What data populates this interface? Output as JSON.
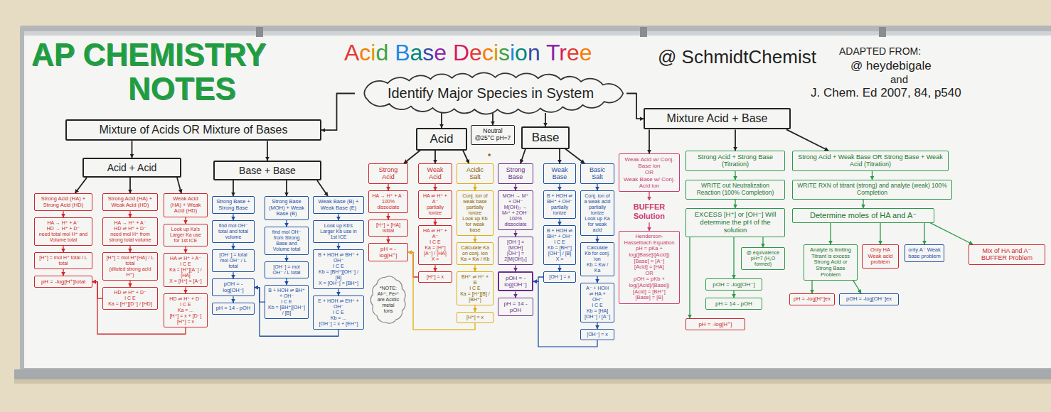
{
  "diagram": {
    "title": "Acid Base Decision Tree",
    "nodes": [
      {
        "text": [
          "Identify Major Species in System"
        ]
      },
      {
        "text": [
          "Mixture of Acids OR Mixture of Bases"
        ]
      },
      {
        "text": [
          "Acid"
        ]
      },
      {
        "text": [
          "Neutral",
          "@25°C pH=7"
        ]
      },
      {
        "text": [
          "Base"
        ]
      },
      {
        "text": [
          "Mixture Acid + Base"
        ]
      },
      {
        "text": [
          "Acid + Acid"
        ]
      },
      {
        "text": [
          "Base + Base"
        ]
      },
      {
        "text": [
          "Strong Acid (HA) + Strong Acid (HD)"
        ]
      },
      {
        "text": [
          "Strong Acid (HA) + Weak Acid (HD)"
        ]
      },
      {
        "text": [
          "Weak Acid (HA) + Weak Acid (HD)"
        ]
      },
      {
        "text": [
          "Strong Base + Strong Base"
        ]
      },
      {
        "text": [
          "Strong Base (MOH) + Weak Base (B)"
        ]
      },
      {
        "text": [
          "Weak Base (B) + Weak Base (E)"
        ]
      },
      {
        "text": [
          "Strong Acid"
        ]
      },
      {
        "text": [
          "Weak Acid"
        ]
      },
      {
        "text": [
          "Acidic Salt"
        ]
      },
      {
        "text": [
          "Strong Base"
        ]
      },
      {
        "text": [
          "Weak Base"
        ]
      },
      {
        "text": [
          "Basic Salt"
        ]
      },
      {
        "text": [
          "Weak Acid w/ Conj. Base ion",
          "OR",
          "Weak Base w/ Conj. Acid ion"
        ]
      },
      {
        "text": [
          "Strong Acid + Strong Base (Titration)"
        ]
      },
      {
        "text": [
          "Strong Acid + Weak Base OR Strong Base + Weak Acid (Titration)"
        ]
      },
      {
        "text": [
          "HA → H⁺ + A⁻",
          "HD → H⁺ + D⁻",
          "need total mol H⁺ and Volume total"
        ]
      },
      {
        "text": [
          "[H⁺] = mol H⁺ total / L total"
        ]
      },
      {
        "text": [
          "pH = -log[H⁺]total"
        ]
      },
      {
        "text": [
          "HA → H⁺ + A⁻",
          "HD ⇌ H⁺ + D⁻",
          "need mol H⁺ from strong total volume"
        ]
      },
      {
        "text": [
          "[H⁺] = mol H⁺(HA) / L total",
          "(diluted strong acid H⁺)"
        ]
      },
      {
        "text": [
          "HD ⇌ H⁺ + D⁻",
          "I C E",
          "Ka = [H⁺][D⁻] / [HD]"
        ]
      },
      {
        "text": [
          "Look up Ka's Larger Ka use for 1st ICE"
        ]
      },
      {
        "text": [
          "HA ⇌ H⁺ + A⁻",
          "I C E",
          "Ka = [H⁺][A⁻] / [HA]",
          "X = [H⁺] = [A⁻]"
        ]
      },
      {
        "text": [
          "HD ⇌ H⁺ + D⁻",
          "I C E",
          "Ka = ...",
          "[H⁺] = x + [D⁻]",
          "[H⁺] = x"
        ]
      },
      {
        "text": [
          "find mol OH⁻ total and total volume"
        ]
      },
      {
        "text": [
          "[OH⁻] = total mol OH⁻ / L total"
        ]
      },
      {
        "text": [
          "pOH = -log[OH⁻]"
        ]
      },
      {
        "text": [
          "pH = 14 - pOH"
        ]
      },
      {
        "text": [
          "find mol OH⁻ from Strong Base and Volume total"
        ]
      },
      {
        "text": [
          "[OH⁻] = mol OH⁻ / L total"
        ]
      },
      {
        "text": [
          "B + HOH ⇌ BH⁺ + OH⁻",
          "I C E",
          "Kb = [BH⁺][OH⁻] / [B]"
        ]
      },
      {
        "text": [
          "Look up Kb's Larger Kb use in 1st ICE"
        ]
      },
      {
        "text": [
          "B + HOH ⇌ BH⁺ + OH⁻",
          "I C E",
          "Kb = [BH⁺][OH⁻] / [B]",
          "X = [OH⁻] = [BH⁺]"
        ]
      },
      {
        "text": [
          "E + HOH ⇌ EH⁺ + OH⁻",
          "I C E",
          "Kb = ...",
          "[OH⁻] = x + [EH⁺]"
        ]
      },
      {
        "text": [
          "HA → H⁺ + A⁻",
          "100% dissociate"
        ]
      },
      {
        "text": [
          "[H⁺] = [HA] initial"
        ]
      },
      {
        "text": [
          "pH = -log[H⁺]"
        ]
      },
      {
        "text": [
          "*NOTE:",
          "Al³⁺, Fe³⁺ are Acidic metal Ions"
        ]
      },
      {
        "text": [
          "HA ⇌ H⁺ + A⁻",
          "partially ionize"
        ]
      },
      {
        "text": [
          "HA ⇌ H⁺ + A⁻",
          "I C E",
          "Ka = [H⁺][A⁻] / [HA]",
          "X ="
        ]
      },
      {
        "text": [
          "[H⁺] = x"
        ]
      },
      {
        "text": [
          "Conj. ion of weak base partially ionize",
          "Look up Kb for weak base"
        ]
      },
      {
        "text": [
          "Calculate Ka on conj. ion",
          "Ka = Kw / Kb"
        ]
      },
      {
        "text": [
          "BH⁺ ⇌ H⁺ + B",
          "I C E",
          "Ka = [H⁺][B] / [BH⁺]"
        ]
      },
      {
        "text": [
          "[H⁺] = x"
        ]
      },
      {
        "text": [
          "MOH → M⁺ + OH⁻",
          "M(OH)₂ → M²⁺ + 2OH⁻",
          "100% dissociate"
        ]
      },
      {
        "text": [
          "[OH⁻] = [MOH]",
          "[OH⁻] = 2[M(OH)₂]"
        ]
      },
      {
        "text": [
          "pOH = -log[OH⁻]"
        ]
      },
      {
        "text": [
          "pH = 14 - pOH"
        ]
      },
      {
        "text": [
          "B + HOH ⇌ BH⁺ + OH⁻",
          "partially ionize"
        ]
      },
      {
        "text": [
          "B + HOH ⇌ BH⁺ + OH⁻",
          "I C E",
          "Kb = [BH⁺][OH⁻] / [B]",
          "X ="
        ]
      },
      {
        "text": [
          "[OH⁻] = x"
        ]
      },
      {
        "text": [
          "Conj. ion of a weak acid partially ionize",
          "Look up Ka for weak acid"
        ]
      },
      {
        "text": [
          "Calculate Kb for conj. ion",
          "Kb = Kw / Ka"
        ]
      },
      {
        "text": [
          "A⁻ + HOH ⇌ HA + OH⁻",
          "I C E",
          "Kb = [HA][OH⁻] / [A⁻]"
        ]
      },
      {
        "text": [
          "[OH⁻] = x"
        ]
      },
      {
        "text": [
          "BUFFER Solution"
        ]
      },
      {
        "text": [
          "Henderson-Hasselbach Equation",
          "pH = pKa + log([Base]/[Acid])",
          "[Base] = [A⁻]",
          "[Acid] = [HA]",
          "OR",
          "pOH = pKb + log([Acid]/[Base])",
          "[Acid] = [BH⁺]",
          "[Base] = [B]"
        ]
      },
      {
        "text": [
          "WRITE out Neutralization Reaction (100% Completion)"
        ]
      },
      {
        "text": [
          "EXCESS [H⁺] or [OH⁻] Will determine the pH of the solution"
        ]
      },
      {
        "text": [
          "@ equivalence pH=7 (H₂O formed)"
        ]
      },
      {
        "text": [
          "pOH = -log[OH⁻]"
        ]
      },
      {
        "text": [
          "pH = 14 - pOH"
        ]
      },
      {
        "text": [
          "pH = -log[H⁺]"
        ]
      },
      {
        "text": [
          "WRITE RXN of titrant (strong) and analyte (weak) 100% Completion"
        ]
      },
      {
        "text": [
          "Determine moles of HA and A⁻"
        ]
      },
      {
        "text": [
          "Analyte is limiting Titrant is excess Strong Acid or Strong Base Problem"
        ]
      },
      {
        "text": [
          "Only HA Weak acid problem"
        ]
      },
      {
        "text": [
          "only A⁻ Weak base problem"
        ]
      },
      {
        "text": [
          "Mix of HA and A⁻ BUFFER Problem"
        ]
      },
      {
        "text": [
          "pH = -log[H⁺]ex"
        ]
      },
      {
        "text": [
          "pOH = -log[OH⁻]ex"
        ]
      }
    ],
    "edges": [
      {
        "from": 0,
        "to": 1,
        "arrow": "to"
      },
      {
        "from": 0,
        "to": 2,
        "arrow": "to"
      },
      {
        "from": 0,
        "to": 3,
        "arrow": "to"
      },
      {
        "from": 0,
        "to": 4,
        "arrow": "to"
      },
      {
        "from": 0,
        "to": 5,
        "arrow": "to"
      },
      {
        "from": 1,
        "to": 6,
        "arrow": "to"
      },
      {
        "from": 1,
        "to": 7,
        "arrow": "to"
      },
      {
        "from": 6,
        "to": 8,
        "arrow": "to"
      },
      {
        "from": 6,
        "to": 9,
        "arrow": "to"
      },
      {
        "from": 6,
        "to": 10,
        "arrow": "to"
      },
      {
        "from": 7,
        "to": 11,
        "arrow": "to"
      },
      {
        "from": 7,
        "to": 12,
        "arrow": "to"
      },
      {
        "from": 7,
        "to": 13,
        "arrow": "to"
      },
      {
        "from": 2,
        "to": 14,
        "arrow": "to"
      },
      {
        "from": 2,
        "to": 15,
        "arrow": "to"
      },
      {
        "from": 2,
        "to": 16,
        "arrow": "to"
      },
      {
        "from": 4,
        "to": 17,
        "arrow": "to"
      },
      {
        "from": 4,
        "to": 18,
        "arrow": "to"
      },
      {
        "from": 4,
        "to": 19,
        "arrow": "to"
      },
      {
        "from": 5,
        "to": 20,
        "arrow": "to"
      },
      {
        "from": 5,
        "to": 21,
        "arrow": "to"
      },
      {
        "from": 5,
        "to": 22,
        "arrow": "to"
      },
      {
        "from": 8,
        "to": 23,
        "arrow": "to"
      },
      {
        "from": 23,
        "to": 24,
        "arrow": "to"
      },
      {
        "from": 24,
        "to": 25,
        "arrow": "to"
      },
      {
        "from": 9,
        "to": 26,
        "arrow": "to"
      },
      {
        "from": 26,
        "to": 27,
        "arrow": "to"
      },
      {
        "from": 27,
        "to": 28,
        "arrow": "to"
      },
      {
        "from": 28,
        "to": 25,
        "arrow": "to"
      },
      {
        "from": 10,
        "to": 29,
        "arrow": "to"
      },
      {
        "from": 29,
        "to": 30,
        "arrow": "to"
      },
      {
        "from": 30,
        "to": 31,
        "arrow": "to"
      },
      {
        "from": 31,
        "to": 25,
        "arrow": "to"
      },
      {
        "from": 11,
        "to": 32,
        "arrow": "to"
      },
      {
        "from": 32,
        "to": 33,
        "arrow": "to"
      },
      {
        "from": 33,
        "to": 34,
        "arrow": "to"
      },
      {
        "from": 34,
        "to": 35,
        "arrow": "to"
      },
      {
        "from": 12,
        "to": 36,
        "arrow": "to"
      },
      {
        "from": 36,
        "to": 37,
        "arrow": "to"
      },
      {
        "from": 37,
        "to": 38,
        "arrow": "to"
      },
      {
        "from": 38,
        "to": 34,
        "arrow": "to"
      },
      {
        "from": 13,
        "to": 39,
        "arrow": "to"
      },
      {
        "from": 39,
        "to": 40,
        "arrow": "to"
      },
      {
        "from": 40,
        "to": 41,
        "arrow": "to"
      },
      {
        "from": 41,
        "to": 34,
        "arrow": "to"
      },
      {
        "from": 14,
        "to": 42,
        "arrow": "to"
      },
      {
        "from": 42,
        "to": 43,
        "arrow": "to"
      },
      {
        "from": 43,
        "to": 44,
        "arrow": "to"
      },
      {
        "from": 15,
        "to": 46,
        "arrow": "to"
      },
      {
        "from": 46,
        "to": 47,
        "arrow": "to"
      },
      {
        "from": 47,
        "to": 48,
        "arrow": "to"
      },
      {
        "from": 48,
        "to": 44,
        "arrow": "to"
      },
      {
        "from": 16,
        "to": 49,
        "arrow": "to"
      },
      {
        "from": 49,
        "to": 50,
        "arrow": "to"
      },
      {
        "from": 50,
        "to": 51,
        "arrow": "to"
      },
      {
        "from": 51,
        "to": 52,
        "arrow": "to"
      },
      {
        "from": 52,
        "to": 44,
        "arrow": "to"
      },
      {
        "from": 17,
        "to": 53,
        "arrow": "to"
      },
      {
        "from": 53,
        "to": 54,
        "arrow": "to"
      },
      {
        "from": 54,
        "to": 55,
        "arrow": "to"
      },
      {
        "from": 55,
        "to": 56,
        "arrow": "to"
      },
      {
        "from": 18,
        "to": 57,
        "arrow": "to"
      },
      {
        "from": 57,
        "to": 58,
        "arrow": "to"
      },
      {
        "from": 58,
        "to": 59,
        "arrow": "to"
      },
      {
        "from": 59,
        "to": 55,
        "arrow": "to"
      },
      {
        "from": 19,
        "to": 60,
        "arrow": "to"
      },
      {
        "from": 60,
        "to": 61,
        "arrow": "to"
      },
      {
        "from": 61,
        "to": 62,
        "arrow": "to"
      },
      {
        "from": 62,
        "to": 63,
        "arrow": "to"
      },
      {
        "from": 63,
        "to": 55,
        "arrow": "to"
      },
      {
        "from": 20,
        "to": 64,
        "arrow": "to"
      },
      {
        "from": 64,
        "to": 65,
        "arrow": "to"
      },
      {
        "from": 21,
        "to": 66,
        "arrow": "to"
      },
      {
        "from": 66,
        "to": 67,
        "arrow": "to"
      },
      {
        "from": 67,
        "to": 68,
        "arrow": "to"
      },
      {
        "from": 67,
        "to": 69,
        "arrow": "to"
      },
      {
        "from": 69,
        "to": 70,
        "arrow": "to"
      },
      {
        "from": 67,
        "to": 71,
        "arrow": "to"
      },
      {
        "from": 22,
        "to": 72,
        "arrow": "to"
      },
      {
        "from": 72,
        "to": 73,
        "arrow": "to"
      },
      {
        "from": 73,
        "to": 74,
        "arrow": "to"
      },
      {
        "from": 73,
        "to": 75,
        "arrow": "to"
      },
      {
        "from": 73,
        "to": 76,
        "arrow": "to"
      },
      {
        "from": 73,
        "to": 77,
        "arrow": "to"
      },
      {
        "from": 74,
        "to": 78,
        "arrow": "to"
      },
      {
        "from": 74,
        "to": 79,
        "arrow": "to"
      }
    ],
    "labels": [
      "AP CHEMISTRY",
      "NOTES",
      "@ SchmidtChemist",
      "ADAPTED FROM:",
      "@ heydebigale",
      "and",
      "J. Chem. Ed 2007, 84, p540",
      "*"
    ]
  }
}
